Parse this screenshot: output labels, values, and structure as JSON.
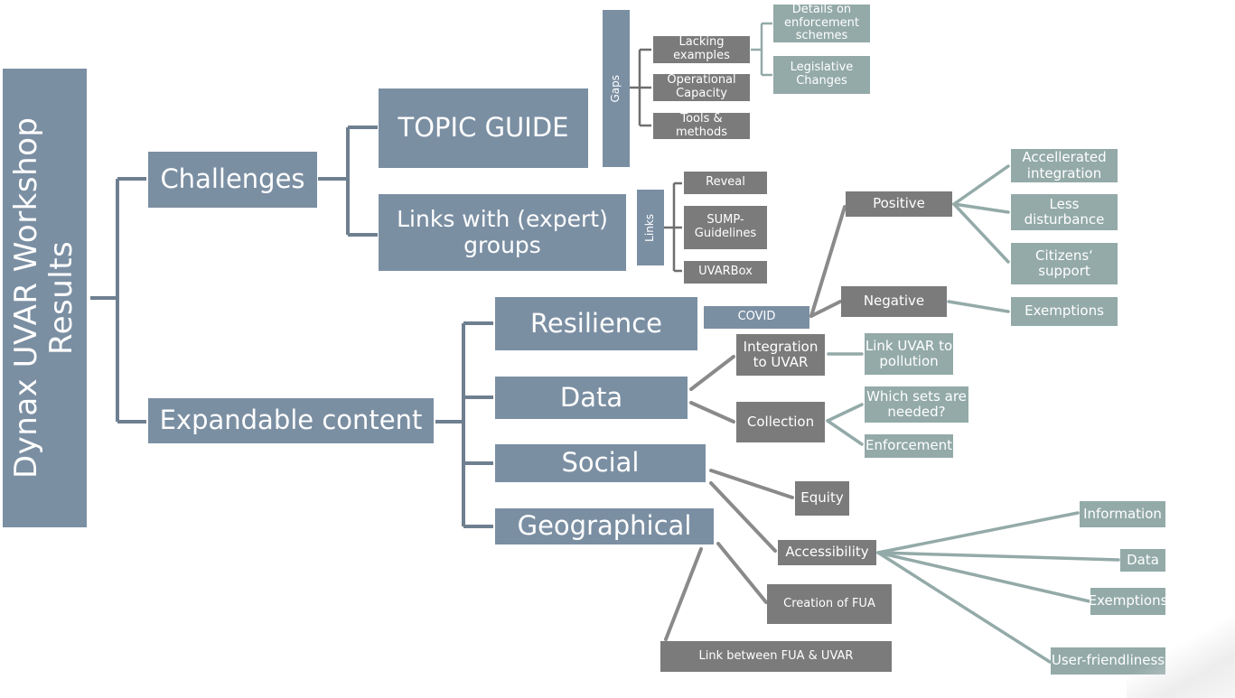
{
  "title": "Dynax UVAR Workshop Results",
  "colors": {
    "blue": "#7b8fa3",
    "dark": "#7b7b7b",
    "teal": "#93aaa8",
    "connector_blue": "#6e7f90",
    "connector_gray": "#8a8a8a",
    "connector_teal": "#93aaa8"
  },
  "nodes": {
    "challenges": "Challenges",
    "expandable_content": "Expandable content",
    "topic_guide": "TOPIC GUIDE",
    "links_with_expert_groups": "Links with (expert)\ngroups",
    "gaps": "Gaps",
    "links": "Links",
    "lacking_examples": "Lacking\nexamples",
    "operational_capacity": "Operational\nCapacity",
    "tools_methods": "Tools & methods",
    "details_enforcement": "Details on\nenforcement\nschemes",
    "legislative_changes": "Legislative\nChanges",
    "reveal": "Reveal",
    "sump_guidelines": "SUMP-\nGuidelines",
    "uvarbox": "UVARBox",
    "resilience": "Resilience",
    "data": "Data",
    "social": "Social",
    "geographical": "Geographical",
    "covid": "COVID",
    "positive": "Positive",
    "negative": "Negative",
    "accellerated_integration": "Accellerated\nintegration",
    "less_disturbance": "Less\ndisturbance",
    "citizens_support": "Citizens‘\nsupport",
    "exemptions_neg": "Exemptions",
    "integration_to_uvar": "Integration\nto UVAR",
    "collection": "Collection",
    "link_uvar_pollution": "Link UVAR to\npollution",
    "which_sets_needed": "Which sets are\nneeded?",
    "enforcement": "Enforcement",
    "equity": "Equity",
    "accessibility": "Accessibility",
    "creation_of_fua": "Creation of FUA",
    "link_fua_uvar": "Link between FUA & UVAR",
    "information": "Information",
    "acc_data": "Data",
    "acc_exemptions": "Exemptions",
    "user_friendliness": "User-friendliness"
  }
}
